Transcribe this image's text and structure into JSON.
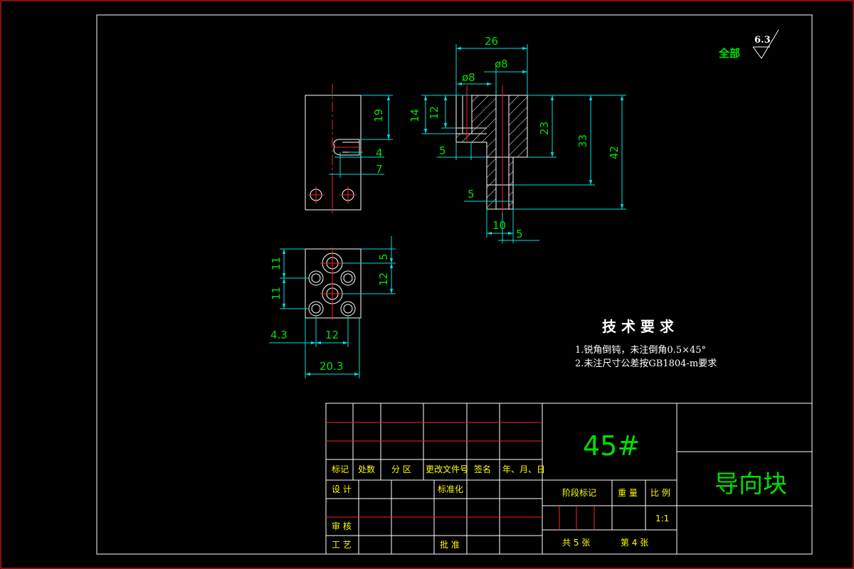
{
  "drawing": {
    "roughness_label": "全部",
    "roughness_value": "6.3",
    "tech_req_title": "技 术 要 求",
    "tech_req_1": "1.锐角倒钝，未注倒角0.5×45°",
    "tech_req_2": "2.未注尺寸公差按GB1804-m要求"
  },
  "dims": {
    "d26": "26",
    "phi8a": "ø8",
    "phi8b": "ø8",
    "d14": "14",
    "d12a": "12",
    "d23": "23",
    "d33": "33",
    "d42": "42",
    "d5a": "5",
    "d5b": "5",
    "d10": "10",
    "d5c": "5",
    "d19": "19",
    "d4": "4",
    "d7": "7",
    "d11a": "11",
    "d11b": "11",
    "d5d": "5",
    "d12b": "12",
    "d43": "4.3",
    "d12c": "12",
    "d203": "20.3"
  },
  "title_block": {
    "material": "45#",
    "part_name": "导向块",
    "h_mark": "标记",
    "h_count": "处数",
    "h_zone": "分 区",
    "h_docno": "更改文件号",
    "h_sign": "签名",
    "h_date": "年、月、日",
    "design": "设 计",
    "standard": "标准化",
    "review": "审 核",
    "process": "工 艺",
    "approve": "批 准",
    "stage": "阶段标记",
    "weight": "重 量",
    "scale_label": "比 例",
    "scale": "1:1",
    "sheets_total": "共 5 张",
    "sheet_no": "第 4 张"
  }
}
